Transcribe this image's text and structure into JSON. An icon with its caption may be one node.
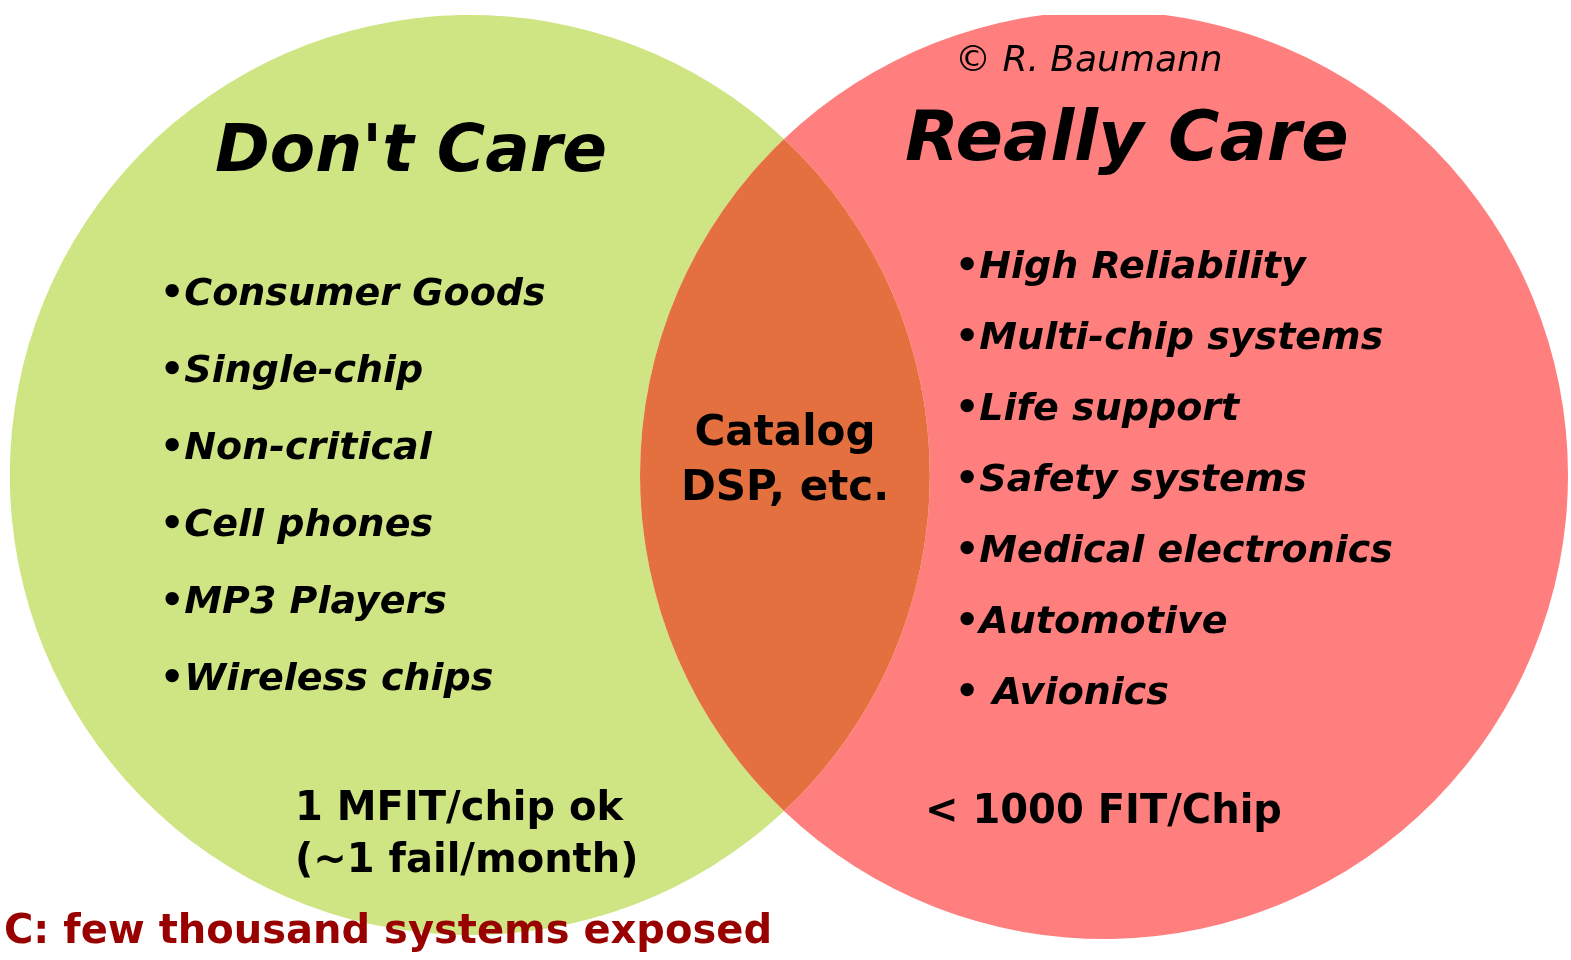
{
  "diagram": {
    "nodes": [
      {
        "text": [
          "Don't Care",
          "•Consumer Goods",
          "•Single-chip",
          "•Non-critical",
          "•Cell phones",
          "•MP3 Players",
          "•Wireless chips",
          "1 MFIT/chip ok (~1 fail/month)"
        ]
      },
      {
        "text": [
          "Really Care",
          "•High Reliability",
          "•Multi-chip systems",
          "•Life support",
          "•Safety systems",
          "•Medical electronics",
          "•Automotive",
          "• Avionics",
          "< 1000 FIT/Chip"
        ]
      },
      {
        "text": [
          "Catalog DSP, etc."
        ]
      }
    ],
    "labels": [
      "© R. Baumann",
      "C: few thousand systems exposed"
    ]
  }
}
